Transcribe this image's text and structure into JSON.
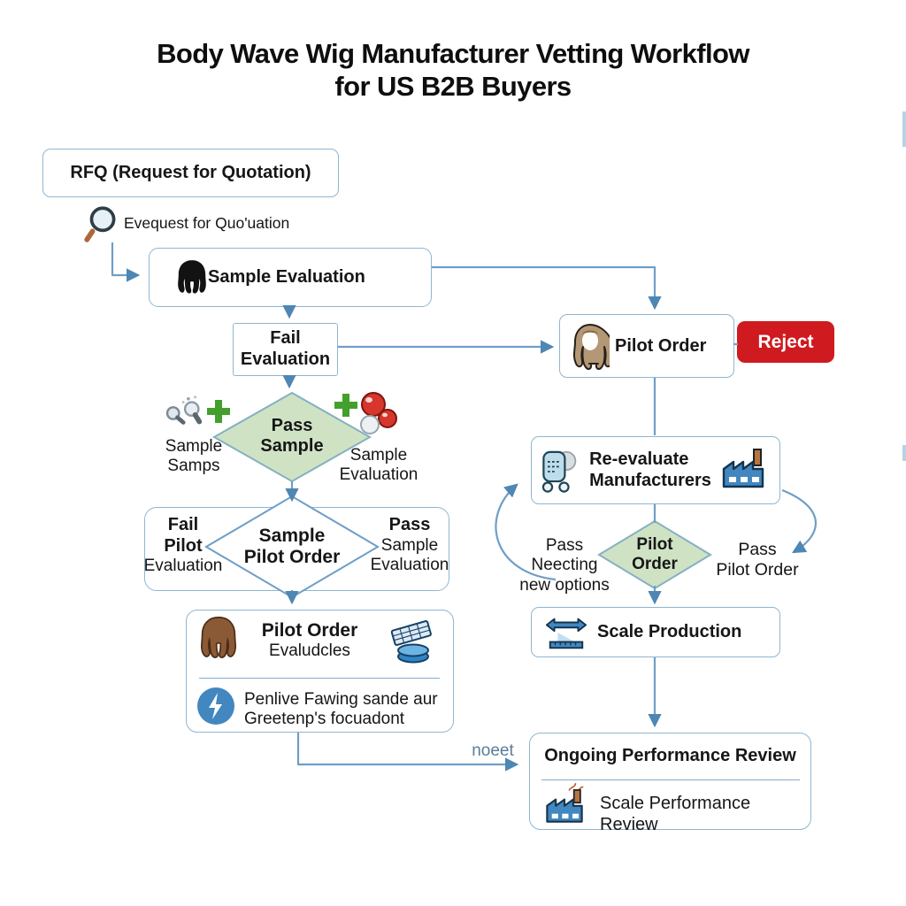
{
  "colors": {
    "line": "#6f9ec6",
    "arrow": "#4e86b4",
    "box_border": "#8fb6cf",
    "diamond_fill": "#cfe3c4",
    "diamond_border": "#85b0c2",
    "reject_red": "#cf1a20",
    "icon_blue": "#4287c0",
    "plus_green": "#43a02c",
    "text": "#161616"
  },
  "title": {
    "line1": "Body Wave Wig Manufacturer Vetting Workflow",
    "line2": "for US B2B Buyers"
  },
  "icons": {
    "magnifier": "magnifying glass",
    "black_wig": "black body-wave wig",
    "brown_wig": "brown body-wave wig",
    "face_wig": "wig with mannequin face",
    "samples": "two small magnifiers with droplets",
    "plus": "green plus sign",
    "spheres": "red and grey sample spheres",
    "stack": "tilted grid panel on stacked discs",
    "lightning": "lightning bolt in blue circle",
    "cart": "sample cart machine",
    "factory": "blue factory building",
    "factory_smoke": "blue factory with smoke",
    "scale_arrows": "double horizontal arrows over ruler base"
  },
  "flow": {
    "rfq": {
      "label": "RFQ (Request for Quotation)"
    },
    "rfq_note": {
      "label": "Evequest for Quo'uation"
    },
    "sample_evaluation": {
      "label": "Sample Evaluation"
    },
    "fail_evaluation": {
      "line1": "Fail",
      "line2": "Evaluation"
    },
    "pass_sample": {
      "line1": "Pass",
      "line2": "Sample"
    },
    "sample_samps": {
      "line1": "Sample",
      "line2": "Samps"
    },
    "sample_eval_label": {
      "line1": "Sample",
      "line2": "Evaluation"
    },
    "pilot_decision": {
      "diamond_line1": "Sample",
      "diamond_line2": "Pilot Order",
      "fail_line1": "Fail",
      "fail_line2": "Pilot",
      "fail_line3": "Evaluation",
      "pass_line1": "Pass",
      "pass_line2": "Sample",
      "pass_line3": "Evaluation"
    },
    "pilot_order_eval": {
      "title": "Pilot Order",
      "subtitle": "Evaludcles",
      "note_line1": "Penlive Fawing sande aur",
      "note_line2": "Greetenp's focuadont"
    },
    "noeet": "noeet",
    "pilot_order": {
      "label": "Pilot Order"
    },
    "reject": {
      "label": "Reject"
    },
    "reevaluate": {
      "line1": "Re-evaluate",
      "line2": "Manufacturers"
    },
    "pilot_diamond": {
      "line1": "Pilot",
      "line2": "Order"
    },
    "pass_neecting": {
      "line1": "Pass",
      "line2": "Neecting",
      "line3": "new options"
    },
    "pass_pilot": {
      "line1": "Pass",
      "line2": "Pilot Order"
    },
    "scale_production": {
      "label": "Scale Production"
    },
    "ongoing": {
      "title": "Ongoing Performance Review",
      "subtitle": "Scale Performance Review"
    }
  }
}
